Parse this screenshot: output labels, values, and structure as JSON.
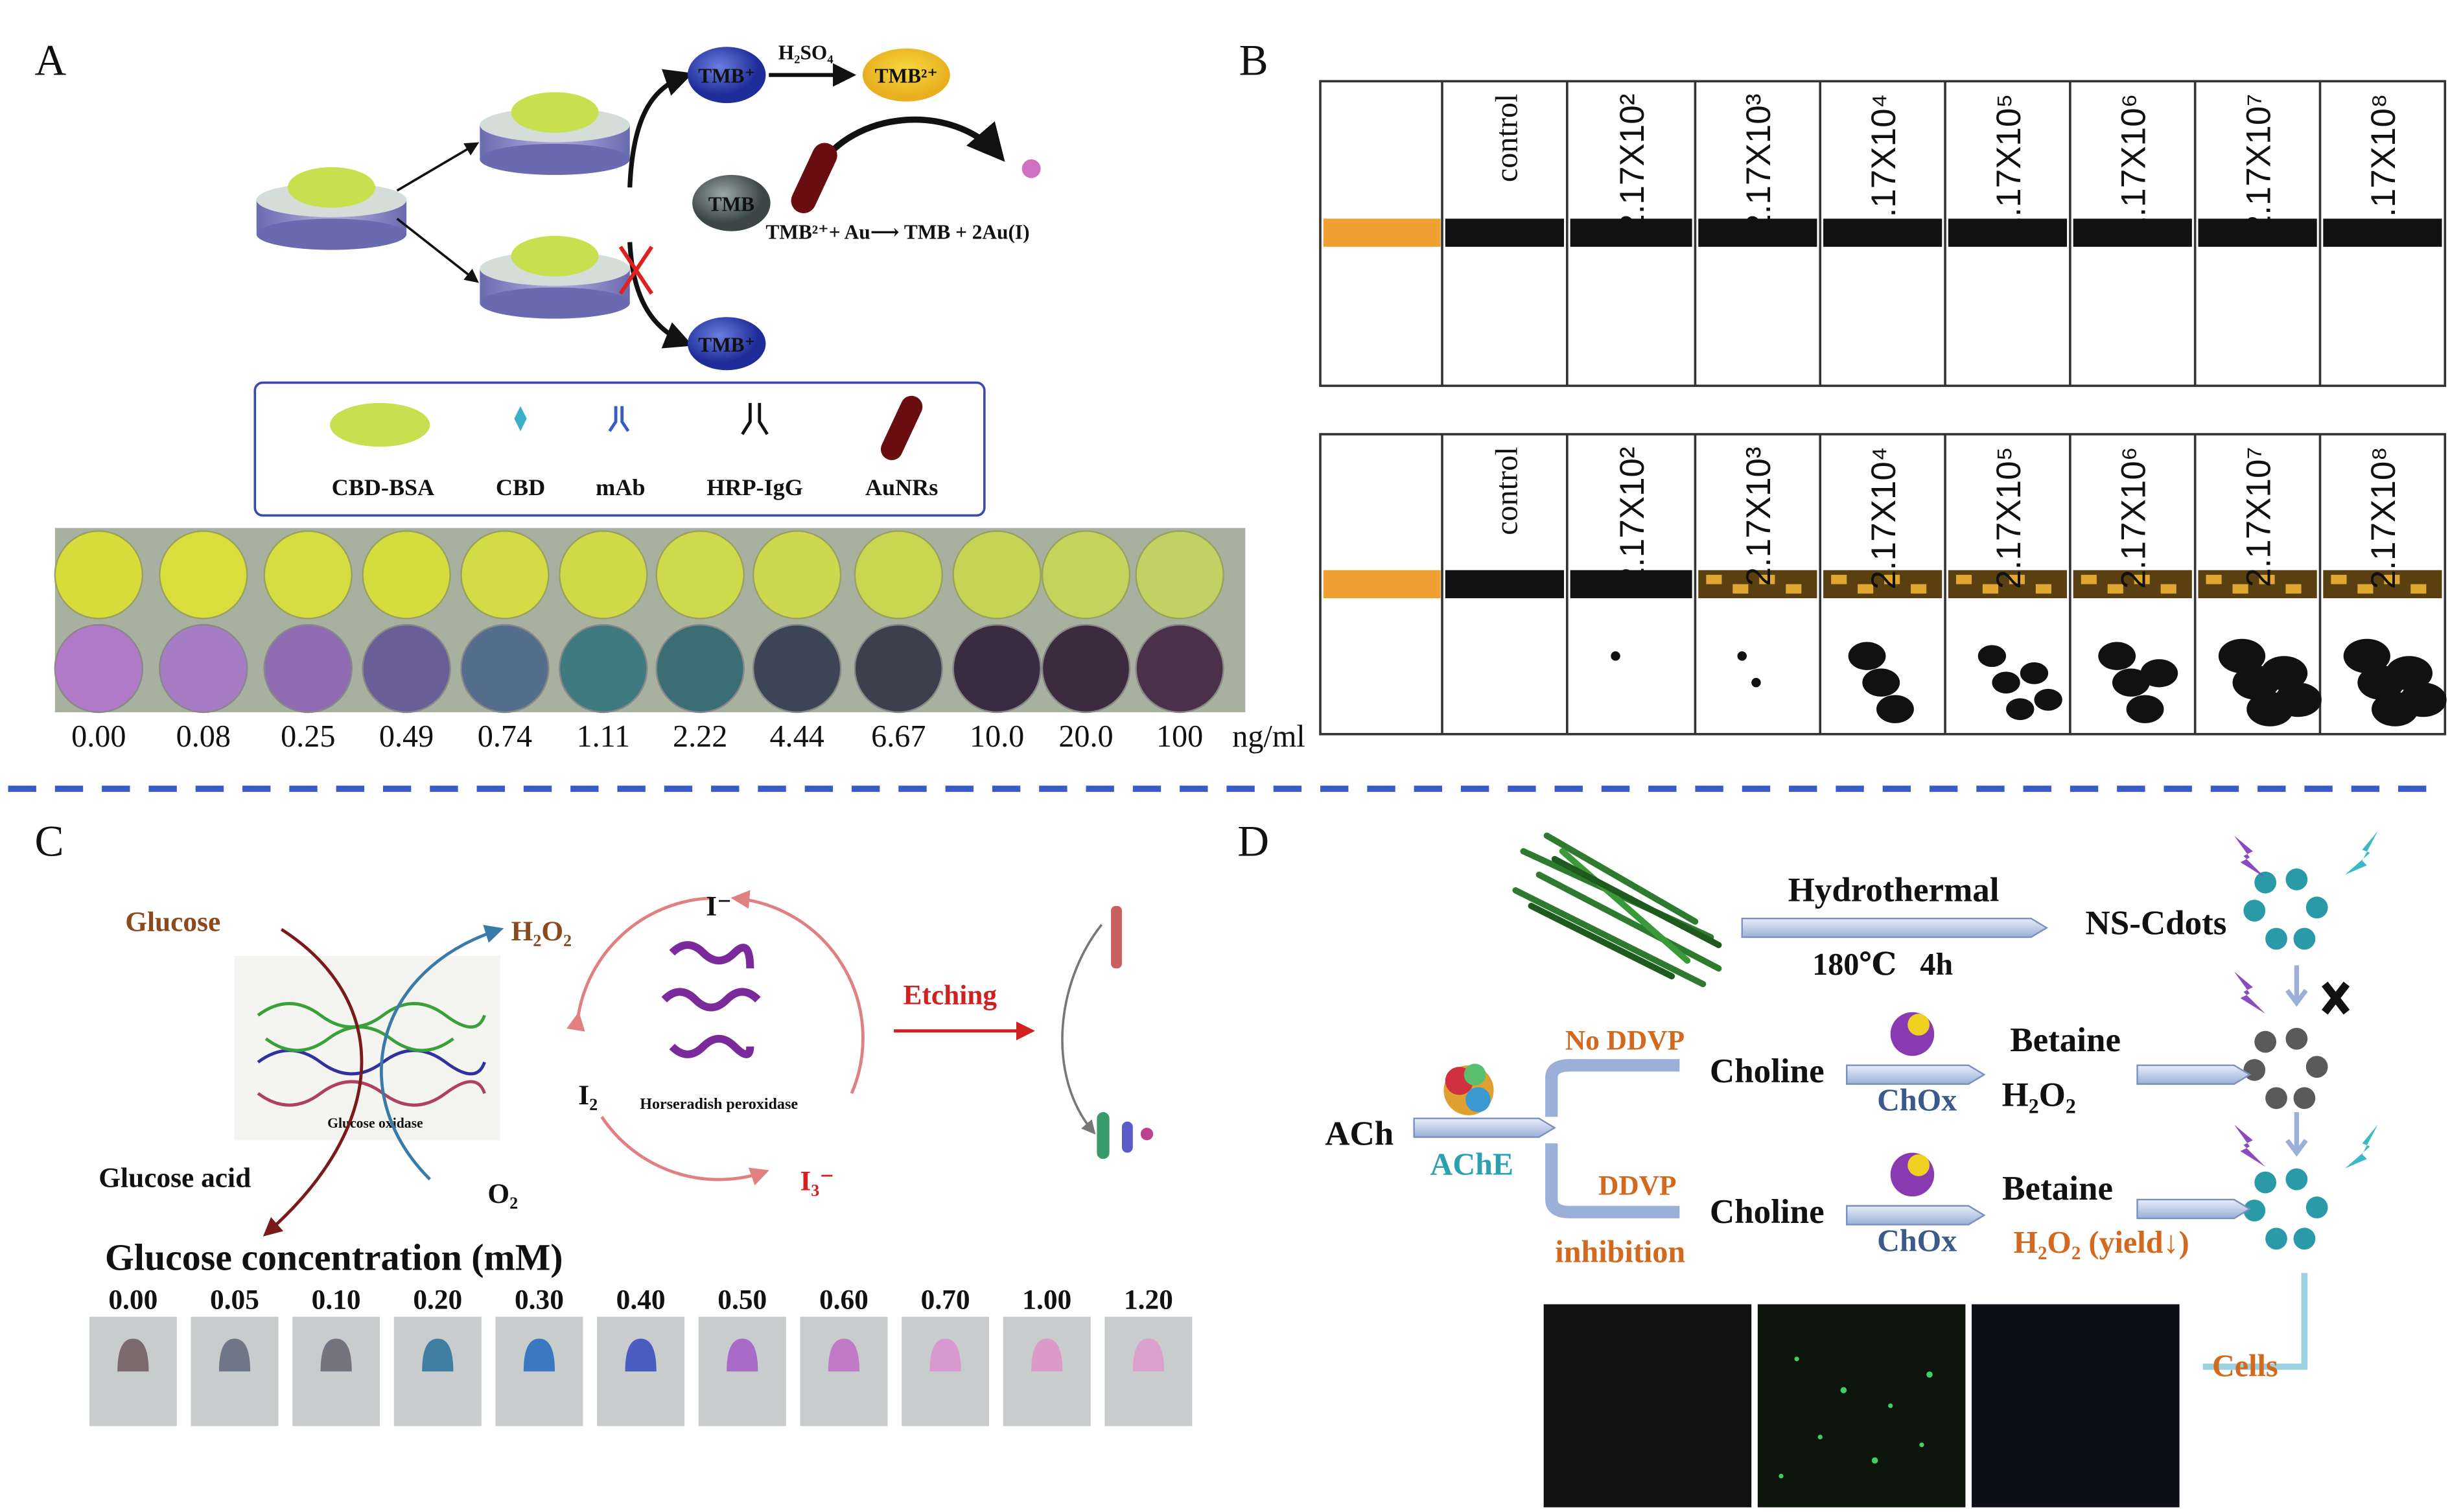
{
  "panel_a": {
    "label": "A",
    "tmb_plus_top": "TMB⁺",
    "h2so4": "H₂SO₄",
    "tmb2plus": "TMB²⁺",
    "tmb": "TMB",
    "tmb_plus_bottom": "TMB⁺",
    "equation": "TMB²⁺+ Au⟶ TMB + 2Au(I)",
    "legend": [
      "CBD-BSA",
      "CBD",
      "mAb",
      "HRP-IgG",
      "AuNRs"
    ],
    "concentrations": [
      "0.00",
      "0.08",
      "0.25",
      "0.49",
      "0.74",
      "1.11",
      "2.22",
      "4.44",
      "6.67",
      "10.0",
      "20.0",
      "100"
    ],
    "unit": "ng/ml",
    "yellow_wells": [
      "#d8dc3a",
      "#d9de3c",
      "#d6dd40",
      "#d5dc3e",
      "#d3dc45",
      "#d0da48",
      "#cfd94c",
      "#cdd84e",
      "#c9d652",
      "#c6d456",
      "#c4d35c",
      "#c2d262"
    ],
    "purple_wells": [
      "#b07ac8",
      "#a67cc4",
      "#8f6cb2",
      "#6a5e98",
      "#556e8e",
      "#3e7a80",
      "#3a6e74",
      "#3b4556",
      "#3e3f4c",
      "#3a2c40",
      "#3c2a3e",
      "#4a3048"
    ]
  },
  "panel_b": {
    "label": "B",
    "columns": [
      "control",
      "2.17X10²",
      "2.17X10³",
      "2.17X10⁴",
      "2.17X10⁵",
      "2.17X10⁶",
      "2.17X10⁷",
      "2.17X10⁸"
    ]
  },
  "panel_c": {
    "label": "C",
    "glucose": "Glucose",
    "h2o2": "H₂O₂",
    "glucose_oxidase": "Glucose oxidase",
    "glucose_acid": "Glucose acid",
    "o2": "O₂",
    "i_minus": "I⁻",
    "i2": "I₂",
    "i3_minus": "I₃⁻",
    "hrp": "Horseradish peroxidase",
    "etching": "Etching",
    "conc_title": "Glucose concentration (mM)",
    "concentrations": [
      "0.00",
      "0.05",
      "0.10",
      "0.20",
      "0.30",
      "0.40",
      "0.50",
      "0.60",
      "0.70",
      "1.00",
      "1.20"
    ],
    "tube_colors": [
      "#7a6a6e",
      "#6e7688",
      "#75737e",
      "#3f7ea0",
      "#3a78c0",
      "#4a5cc0",
      "#a86cc8",
      "#c07ac8",
      "#d898d0",
      "#dc9ac8",
      "#dca0cc"
    ]
  },
  "panel_d": {
    "label": "D",
    "hydrothermal": "Hydrothermal",
    "conditions": "180℃   4h",
    "ns_cdots": "NS-Cdots",
    "ach": "ACh",
    "ache": "AChE",
    "no_ddvp": "No DDVP",
    "ddvp": "DDVP",
    "inhibition": "inhibition",
    "choline": "Choline",
    "chox": "ChOx",
    "betaine": "Betaine",
    "h2o2": "H₂O₂",
    "h2o2_yield": "H₂O₂ (yield↓)",
    "cells": "Cells"
  },
  "colors": {
    "divider": "#3a5bc7",
    "brown": "#8a4a1e",
    "red": "#d02020",
    "orange": "#d2691e",
    "cyan": "#2aa0b0",
    "navy": "#3a5a8a"
  }
}
